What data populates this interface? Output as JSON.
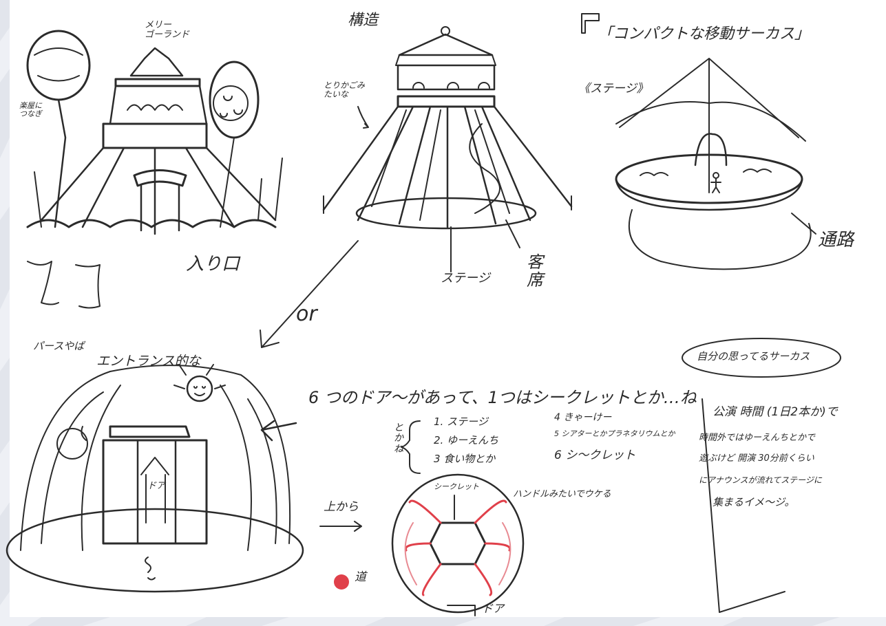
{
  "colors": {
    "ink": "#2b2b2b",
    "accent": "#e0404a",
    "accent_light": "#e88a92",
    "background": "#ffffff",
    "frame": "#e9ecf2"
  },
  "sketch1": {
    "label_merry": "メリー\nゴーランド",
    "label_left_side": "楽屋に\nつなぎ",
    "label_entrance": "入り口"
  },
  "sketch2": {
    "label_structure": "構造",
    "label_torikago": "とりかごみたいな",
    "label_stage": "ステージ",
    "label_seats": "客\n席"
  },
  "sketch3": {
    "label_title": "「コンパクトな移動サーカス」",
    "label_stage": "《ステージ》",
    "label_path": "通路"
  },
  "sketch4": {
    "label_or": "or",
    "label_perspective": "パースやば",
    "label_entrance": "エントランス的な",
    "label_door": "ドア",
    "label_circle": "自分の思ってるサーカス"
  },
  "doors": {
    "headline": "6 つのドア〜があって、1つはシークレットとか…ね",
    "side_note": "とかね",
    "items": [
      "1. ステージ",
      "2. ゆーえんち",
      "3 食い物とか",
      "4 きゃーけー",
      "5 シアターとかプラネタリウムとか",
      "6 シ〜クレット"
    ]
  },
  "plan": {
    "label_from_above": "上から",
    "label_secret": "シークレット",
    "label_handle": "ハンドルみたいでウケる",
    "label_road": "道",
    "label_door": "ドア"
  },
  "note": {
    "line1": "公演 時間 (1日2本か)で",
    "line2": "時間外ではゆーえんちとかで",
    "line3": "遊ぶけど 開演 30分前くらい",
    "line4": "にアナウンスが流れてステージに",
    "line5": "集まるイメ〜ジ。"
  }
}
